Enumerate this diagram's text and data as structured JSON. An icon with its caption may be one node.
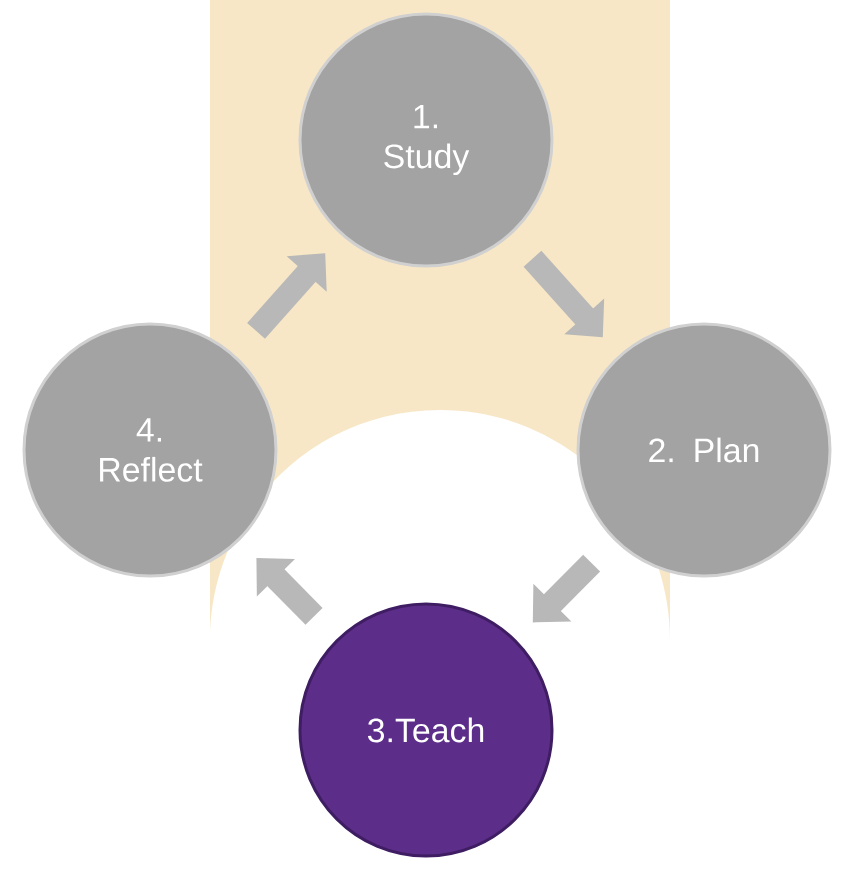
{
  "diagram": {
    "nodes": [
      {
        "text": [
          "1. Study"
        ]
      },
      {
        "text": [
          "2. Plan"
        ]
      },
      {
        "text": [
          "3.Teach"
        ]
      },
      {
        "text": [
          "4. Reflect"
        ]
      }
    ],
    "edges": [
      {
        "from": 0,
        "to": 1,
        "arrow": "to"
      },
      {
        "from": 1,
        "to": 2,
        "arrow": "to"
      },
      {
        "from": 2,
        "to": 3,
        "arrow": "to"
      },
      {
        "from": 3,
        "to": 0,
        "arrow": "to"
      }
    ]
  }
}
